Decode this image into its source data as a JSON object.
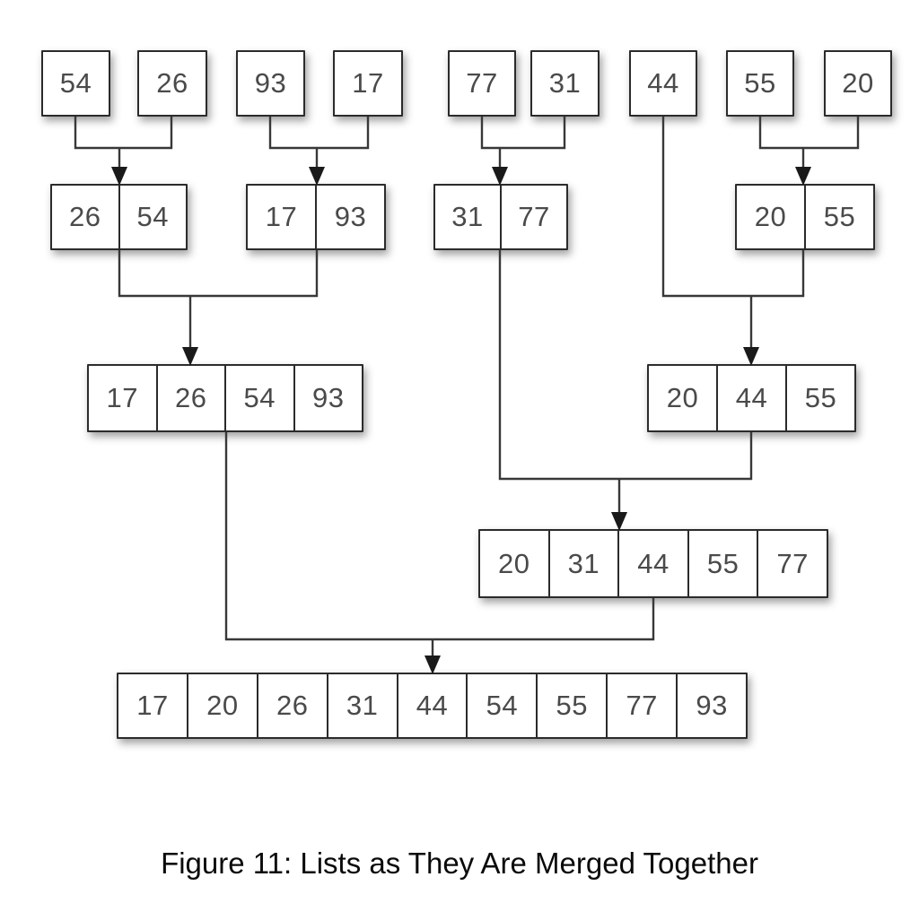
{
  "caption": "Figure 11: Lists as They Are Merged Together",
  "diagram": {
    "type": "merge-sort-merge-steps",
    "levels": [
      {
        "name": "level-1-single-items",
        "lists": [
          [
            54
          ],
          [
            26
          ],
          [
            93
          ],
          [
            17
          ],
          [
            77
          ],
          [
            31
          ],
          [
            44
          ],
          [
            55
          ],
          [
            20
          ]
        ]
      },
      {
        "name": "level-2-merged-pairs",
        "lists": [
          [
            26,
            54
          ],
          [
            17,
            93
          ],
          [
            31,
            77
          ],
          [
            20,
            55
          ]
        ]
      },
      {
        "name": "level-3",
        "lists": [
          [
            17,
            26,
            54,
            93
          ],
          [
            20,
            44,
            55
          ]
        ]
      },
      {
        "name": "level-4",
        "lists": [
          [
            20,
            31,
            44,
            55,
            77
          ]
        ]
      },
      {
        "name": "level-5-fully-merged",
        "lists": [
          [
            17,
            20,
            26,
            31,
            44,
            54,
            55,
            77,
            93
          ]
        ]
      }
    ],
    "merges": [
      {
        "sources": [
          "[54]",
          "[26]"
        ],
        "result": "[26, 54]"
      },
      {
        "sources": [
          "[93]",
          "[17]"
        ],
        "result": "[17, 93]"
      },
      {
        "sources": [
          "[77]",
          "[31]"
        ],
        "result": "[31, 77]"
      },
      {
        "sources": [
          "[55]",
          "[20]"
        ],
        "result": "[20, 55]"
      },
      {
        "sources": [
          "[44]",
          "[20, 55]"
        ],
        "result": "[20, 44, 55]"
      },
      {
        "sources": [
          "[26, 54]",
          "[17, 93]"
        ],
        "result": "[17, 26, 54, 93]"
      },
      {
        "sources": [
          "[31, 77]",
          "[20, 44, 55]"
        ],
        "result": "[20, 31, 44, 55, 77]"
      },
      {
        "sources": [
          "[17, 26, 54, 93]",
          "[20, 31, 44, 55, 77]"
        ],
        "result": "[17, 20, 26, 31, 44, 54, 55, 77, 93]"
      }
    ]
  },
  "colors": {
    "background": "#ffffff",
    "box_fill": "#ffffff",
    "box_border": "#2b2b2b",
    "connector_line": "#383838",
    "number_text": "#4a4a4a",
    "caption_text": "#0a0a0a"
  }
}
